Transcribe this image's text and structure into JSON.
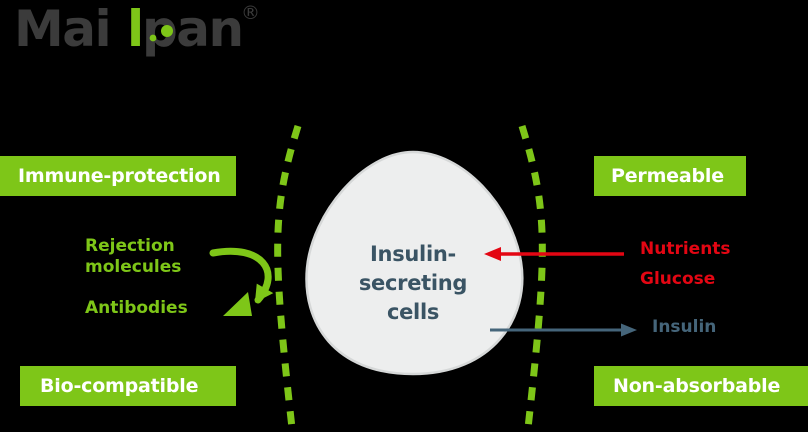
{
  "brand": {
    "name": "Mailpan",
    "name_part_dark_1": "Mai",
    "name_part_green": "l",
    "name_part_dark_2": "pan",
    "registered_mark": "®",
    "logo_dark_color": "#3b3b3b",
    "logo_green_color": "#7ec618"
  },
  "colors": {
    "background": "#000000",
    "green": "#7ec618",
    "red": "#e30613",
    "slate": "#3a5464",
    "slate_light": "#45657a",
    "blob_fill": "#edeeee",
    "blob_stroke": "#d6d8d8",
    "chip_text": "#ffffff"
  },
  "chips": {
    "immune_protection": "Immune-protection",
    "bio_compatible": "Bio-compatible",
    "permeable": "Permeable",
    "non_absorbable": "Non-absorbable"
  },
  "labels": {
    "rejection_molecules_line1": "Rejection",
    "rejection_molecules_line2": "molecules",
    "antibodies": "Antibodies",
    "nutrients": "Nutrients",
    "glucose": "Glucose",
    "insulin": "Insulin"
  },
  "blob": {
    "line1": "Insulin-",
    "line2": "secreting",
    "line3": "cells"
  },
  "icons": {
    "rejection_arrow": "curved-rebound-arrow-icon",
    "nutrients_arrow": "left-arrow-icon",
    "insulin_arrow": "right-arrow-icon",
    "membrane_left": "dashed-membrane-arc-icon",
    "membrane_right": "dashed-membrane-arc-icon",
    "cell_blob": "cell-blob-icon",
    "registered_trademark": "registered-trademark-icon"
  }
}
